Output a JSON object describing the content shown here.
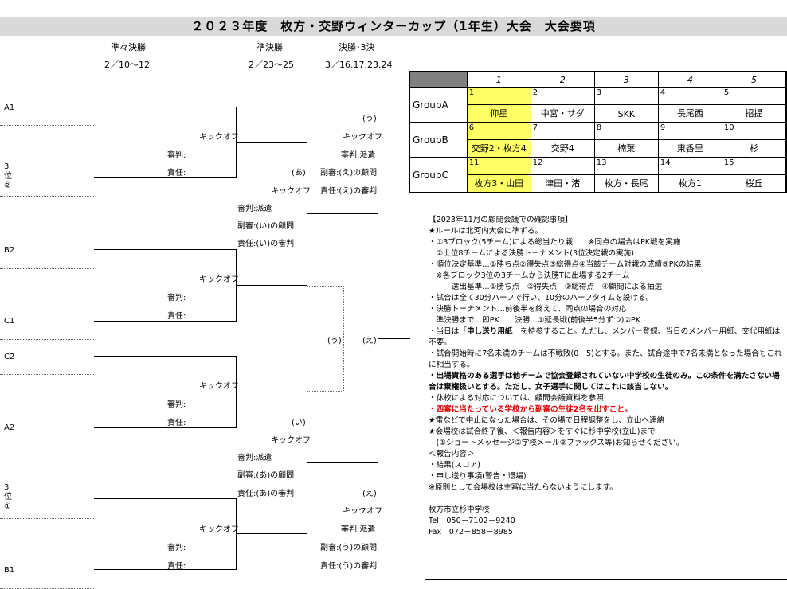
{
  "title": "２０２３年度　枚方・交野ウィンターカップ（1年生）大会　大会要項",
  "rounds": {
    "quarter": "準々決勝",
    "quarter_date": "2／10～12",
    "semi": "準決勝",
    "semi_date": "2／23～25",
    "final": "決勝･3決",
    "final_date": "3／16.17.23.24"
  },
  "seeds": [
    "A1",
    "3\n位\n②",
    "B2",
    "C1",
    "C2",
    "A2",
    "3\n位\n①",
    "B1"
  ],
  "labels": {
    "kickoff": "キックオフ",
    "referee": "審判:",
    "responsible": "責任:",
    "ref_dispatch": "審判:派遣",
    "a": "(あ)",
    "i": "(い)",
    "u": "(う)",
    "e": "(え)",
    "sub_u_adv": "副審:(う)の顧問",
    "resp_u_ref": "責任:(う)の審判",
    "sub_e_adv": "副審:(え)の顧問",
    "resp_e_ref": "責任:(え)の審判",
    "sub_i_adv": "副審:(い)の顧問",
    "resp_i_ref": "責任:(い)の審判",
    "sub_a_adv": "副審:(あ)の顧問",
    "resp_a_ref": "責任:(あ)の審判"
  },
  "groups": {
    "columns": [
      "1",
      "2",
      "3",
      "4",
      "5"
    ],
    "rows": [
      {
        "name": "GroupA",
        "cells": [
          {
            "num": "1",
            "team": "仰星",
            "highlight": true
          },
          {
            "num": "2",
            "team": "中宮・サダ",
            "highlight": false
          },
          {
            "num": "3",
            "team": "SKK",
            "highlight": false
          },
          {
            "num": "4",
            "team": "長尾西",
            "highlight": false
          },
          {
            "num": "5",
            "team": "招提",
            "highlight": false
          }
        ]
      },
      {
        "name": "GroupB",
        "cells": [
          {
            "num": "6",
            "team": "交野2・枚方4",
            "highlight": true
          },
          {
            "num": "7",
            "team": "交野4",
            "highlight": false
          },
          {
            "num": "8",
            "team": "楠葉",
            "highlight": false
          },
          {
            "num": "9",
            "team": "東香里",
            "highlight": false
          },
          {
            "num": "10",
            "team": "杉",
            "highlight": false
          }
        ]
      },
      {
        "name": "GroupC",
        "cells": [
          {
            "num": "11",
            "team": "枚方3・山田",
            "highlight": true
          },
          {
            "num": "12",
            "team": "津田・渚",
            "highlight": false
          },
          {
            "num": "13",
            "team": "枚方・長尾",
            "highlight": false
          },
          {
            "num": "14",
            "team": "枚方1",
            "highlight": false
          },
          {
            "num": "15",
            "team": "桜丘",
            "highlight": false
          }
        ]
      }
    ]
  },
  "notes": {
    "heading": "【2023年11月の顧問会議での確認事項】",
    "l1": "★ルールは北河内大会に準ずる。",
    "l2": "・①3ブロック(5チーム)による総当たり戦　　※同点の場合はPK戦を実施",
    "l3": "　②上位8チームによる決勝トーナメント(3位決定戦の実施)",
    "l4": "・順位決定基準…①勝ち点②得失点③総得点④当該チーム対戦の成績⑤PKの結果",
    "l5": "　※各ブロック3位の3チームから決勝Tに出場する2チーム",
    "l6": "　　　選出基準…①勝ち点　②得失点　③総得点　④顧問による抽選",
    "l7": "・試合は全て30分ハーフで行い、10分のハーフタイムを設ける。",
    "l8": "・決勝トーナメント…前後半を終えて、同点の場合の対応",
    "l9": "　準決勝まで…即PK　　決勝…①延長戦(前後半5分ずつ)②PK",
    "l10a": "・当日は「",
    "l10b": "申し送り用紙",
    "l10c": "」を持参すること。ただし、メンバー登録、当日のメンバー用紙、交代用紙は不要。",
    "l11": "・試合開始時に7名未満のチームは不戦敗(0－5)とする。また、試合途中で7名未満となった場合もこれに相当する。",
    "l12": "・出場資格のある選手は他チームで協会登録されていない中学校の生徒のみ。この条件を満たさない場合は棄権扱いとする。ただし、女子選手に関してはこれに該当しない。",
    "l13": "・休校による対応については、顧問会議資料を参照",
    "l14": "・四審に当たっている学校から副審の生徒2名を出すこと。",
    "l15": "★雷などで中止になった場合は、その場で日程調整をし、立山へ連絡",
    "l16": "★会場校は試合終了後、＜報告内容＞をすぐに杉中学校(立山)まで",
    "l17": "　(①ショートメッセージ②学校メール③ファックス等)お知らせください。",
    "l18": "＜報告内容＞",
    "l19": "・結果(スコア)",
    "l20": "・申し送り事項(警告・退場)",
    "l21": "※原則として会場校は主審に当たらないようにします。",
    "school": "枚方市立杉中学校",
    "tel": "Tel　050－7102－9240",
    "fax": "Fax　072－858－8985"
  }
}
